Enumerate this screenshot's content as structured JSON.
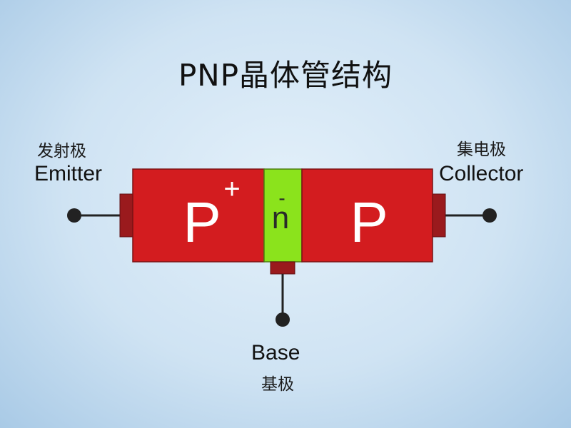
{
  "title": "PNP晶体管结构",
  "emitter": {
    "cn": "发射极",
    "en": "Emitter"
  },
  "collector": {
    "cn": "集电极",
    "en": "Collector"
  },
  "base": {
    "en": "Base",
    "cn": "基极"
  },
  "regions": {
    "left": {
      "letter": "P",
      "sup": "+"
    },
    "middle": {
      "letter": "n",
      "sup": "-"
    },
    "right": {
      "letter": "P"
    }
  },
  "colors": {
    "p_region": "#d31c1f",
    "n_region": "#8be31c",
    "contact": "#9a1a1d",
    "wire": "#222222"
  }
}
